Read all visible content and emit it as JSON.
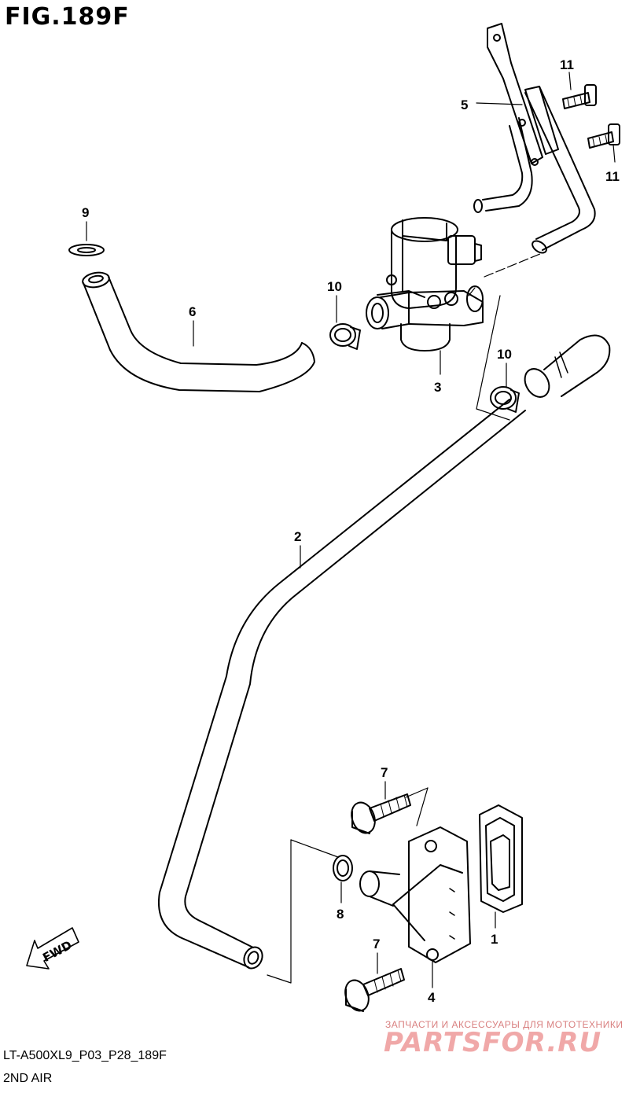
{
  "header": {
    "figure_title": "FIG.189F"
  },
  "footer": {
    "diagram_code": "LT-A500XL9_P03_P28_189F",
    "section_name": "2ND AIR"
  },
  "watermark": {
    "tagline": "ЗАПЧАСТИ И АКСЕССУАРЫ ДЛЯ МОТОТЕХНИКИ",
    "logo_text": "PARTSFOR.RU"
  },
  "direction_marker": {
    "label": "FWD"
  },
  "callouts": {
    "part_1": "1",
    "part_2": "2",
    "part_3": "3",
    "part_4": "4",
    "part_5": "5",
    "part_6": "6",
    "part_7_upper": "7",
    "part_7_lower": "7",
    "part_8": "8",
    "part_9": "9",
    "part_10_left": "10",
    "part_10_right": "10",
    "part_11_upper": "11",
    "part_11_lower": "11"
  }
}
